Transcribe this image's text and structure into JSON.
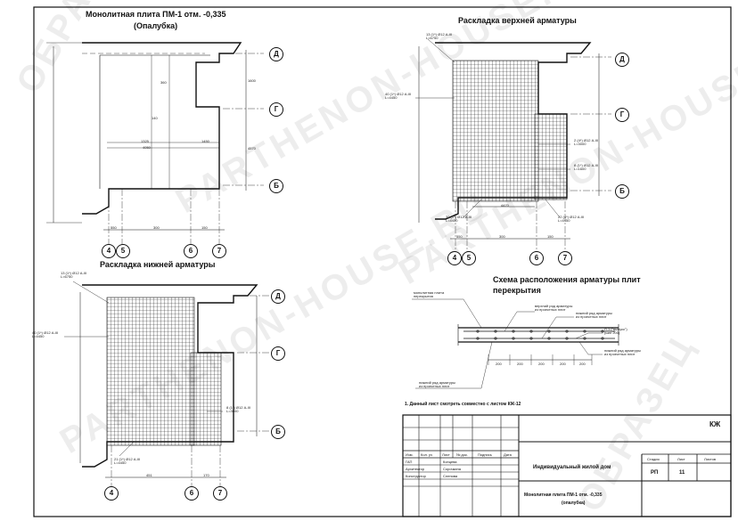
{
  "drawing": {
    "plan1": {
      "title_line1": "Монолитная плита ПМ-1 отм. -0,335",
      "title_line2": "(Опалубка)",
      "axes_right": [
        "Д",
        "Г",
        "Б"
      ],
      "axes_bottom": [
        "4",
        "5",
        "6",
        "7"
      ],
      "dims_bottom": [
        "550",
        "300",
        "150"
      ],
      "dims_inner": [
        "1325",
        "360",
        "140",
        "4050",
        "1450"
      ],
      "dims_right": [
        "1600",
        "4570"
      ]
    },
    "plan2": {
      "title": "Раскладка верхней арматуры",
      "axes_right": [
        "Д",
        "Г",
        "Б"
      ],
      "axes_bottom": [
        "4",
        "5",
        "6",
        "7"
      ],
      "dims_bottom": [
        "550",
        "300",
        "150"
      ],
      "notes": [
        "13 (1*) Ø12 А-III\nL=6750",
        "40 (1*) Ø12 А-III\nL=4450",
        "2 (4*) Ø12 А-III\nL=3000",
        "8 (1*) Ø12 А-III\nL=1600",
        "30 (1*) Ø12 А-III\nL=4450",
        "22 (4*) Ø12 А-III\nL=4450"
      ],
      "dim_mid": "4470"
    },
    "plan3": {
      "title": "Раскладка нижней арматуры",
      "axes_right": [
        "Д",
        "Г",
        "Б"
      ],
      "axes_bottom": [
        "4",
        "6",
        "7"
      ],
      "dims_bottom": [
        "451",
        "170"
      ],
      "notes": [
        "13 (1*) Ø12 А-III\nL=6750",
        "40 (1*) Ø12 А-III\nL=4450",
        "8 (1*) Ø12 А-III\nL=3000",
        "21 (1*) Ø12 А-III\nL=4450"
      ]
    },
    "section": {
      "title_line1": "Схема расположения арматуры плит",
      "title_line2": "перекрытия",
      "callouts": [
        "монолитная плита\nперекрытия",
        "верхний ряд арматуры\nиз проектных плит",
        "нижний ряд арматуры\nиз проектных плит",
        "Л-1 (\"выпуск\")\n(шаг 200)",
        "нижний ряд арматуры\nиз проектных плит",
        "нижний ряд арматуры\nиз проектных плит"
      ],
      "dims": [
        "200",
        "200",
        "200",
        "200",
        "200"
      ],
      "note": "1. Данный лист смотреть совместно с листом КЖ-12"
    }
  },
  "title_block": {
    "code": "КЖ",
    "header_cols": [
      "Изм.",
      "Кол. уч",
      "Лист",
      "№ док.",
      "Подпись",
      "Дата"
    ],
    "roles": [
      "ГАП",
      "Архитектор",
      "Конструктор"
    ],
    "names": [
      "Копцева",
      "Сорочкина",
      "Слепова"
    ],
    "project": "Индивидуальный жилой дом",
    "stage_header": "Стадия",
    "sheet_header": "Лист",
    "sheets_header": "Листов",
    "stage": "РП",
    "sheet": "11",
    "sheet_title_line1": "Монолитная плита ПМ-1 отм. -0,335",
    "sheet_title_line2": "(опалубка)"
  },
  "watermark": {
    "text1": "PARTHENON-HOUSE.RU",
    "text2": "ОБРАЗЕЦ"
  }
}
